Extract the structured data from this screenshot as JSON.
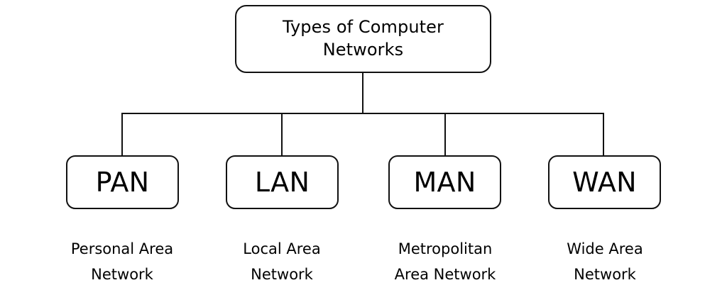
{
  "diagram": {
    "type": "tree",
    "title": "Types of Computer Networks",
    "background_color": "#ffffff",
    "stroke_color": "#111111",
    "root": {
      "label": "Types of Computer\nNetworks"
    },
    "children": [
      {
        "acronym": "PAN",
        "expansion": "Personal Area\nNetwork"
      },
      {
        "acronym": "LAN",
        "expansion": "Local Area\nNetwork"
      },
      {
        "acronym": "MAN",
        "expansion": "Metropolitan\nArea Network"
      },
      {
        "acronym": "WAN",
        "expansion": "Wide Area\nNetwork"
      }
    ]
  }
}
